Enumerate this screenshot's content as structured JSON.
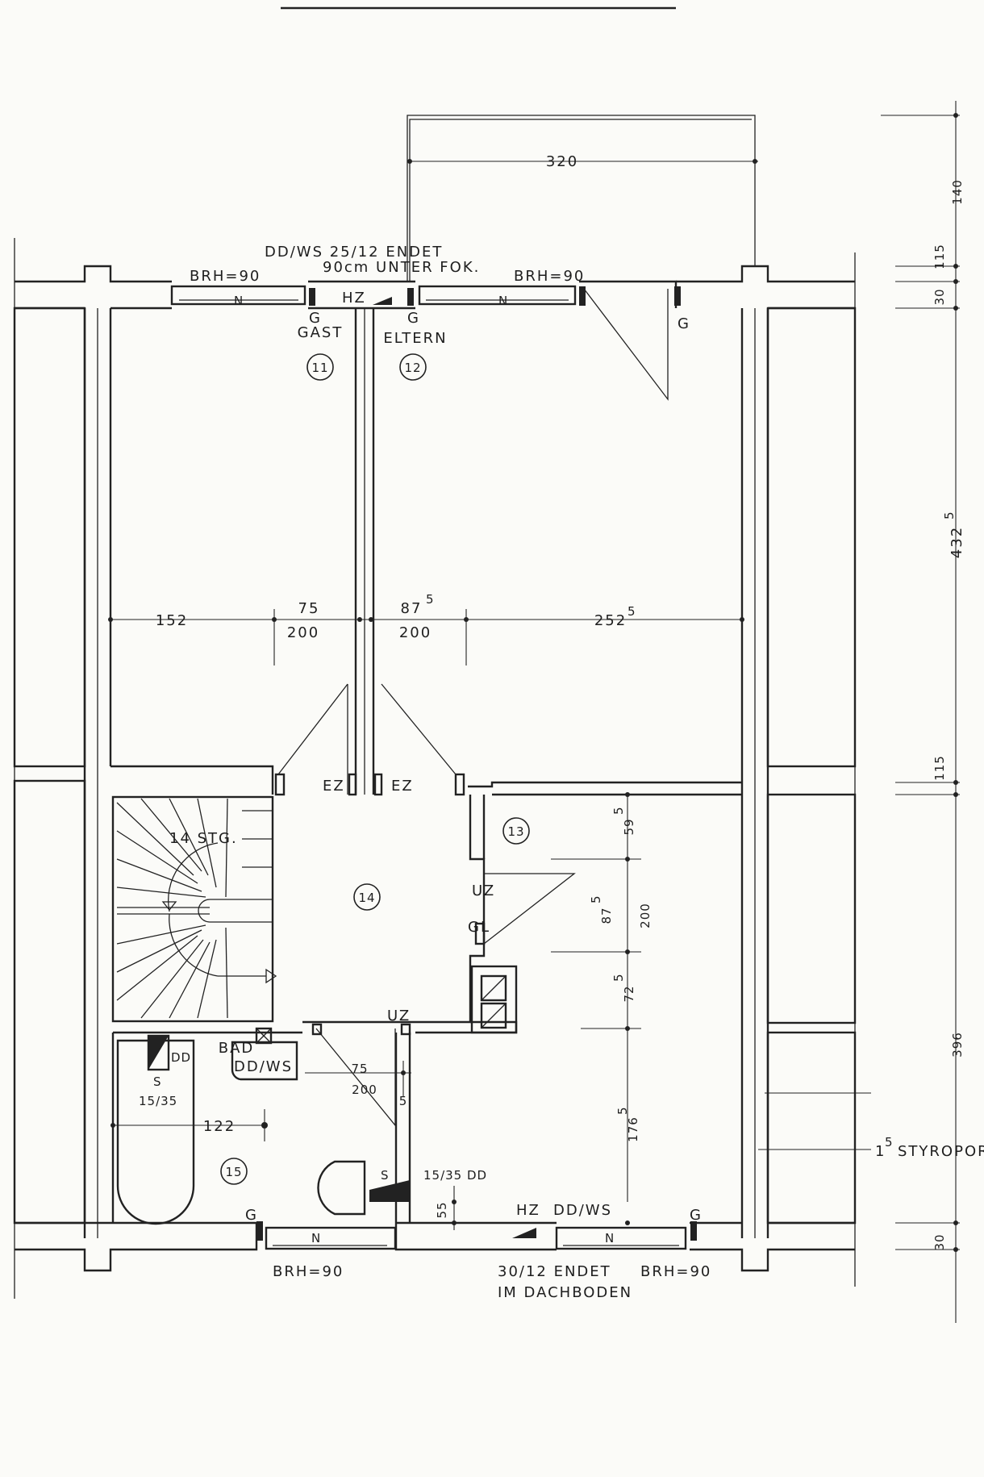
{
  "colors": {
    "ink": "#222222",
    "paper": "#fbfbf8"
  },
  "rooms": {
    "r11": {
      "number": "11",
      "name": "GAST"
    },
    "r12": {
      "number": "12",
      "name": "ELTERN"
    },
    "r13": {
      "number": "13"
    },
    "r14": {
      "number": "14"
    },
    "r15": {
      "number": "15",
      "name": "BAD"
    }
  },
  "top_notes": {
    "chimney_line1": "DD/WS 25/12 ENDET",
    "chimney_line2": "90cm UNTER FOK.",
    "hz": "HZ",
    "g_gast": "G",
    "g_eltern": "G",
    "g_right": "G"
  },
  "windows": {
    "w1_brh": "BRH=90",
    "w2_brh": "BRH=90",
    "w3_brh": "BRH=90",
    "w4_brh": "BRH=90",
    "n1": "N",
    "n2": "N",
    "n3": "N",
    "n4": "N"
  },
  "dimensions": {
    "d320": "320",
    "d140": "140",
    "d115a": "115",
    "d30a": "30",
    "d4325": "432",
    "d4325_sup": "5",
    "d115b": "115",
    "d396": "396",
    "d30b": "30",
    "d152": "152",
    "d75a": "75",
    "d200a": "200",
    "d875a": "87",
    "d875a_sup": "5",
    "d200b": "200",
    "d2525": "252",
    "d2525_sup": "5",
    "d595": "59",
    "d595_sup": "5",
    "d875b": "87",
    "d875b_sup": "5",
    "d200c": "200",
    "d725": "72",
    "d725_sup": "5",
    "d1765": "176",
    "d1765_sup": "5",
    "d122": "122",
    "d75b": "75",
    "d200d": "200",
    "d5": "5",
    "d55": "55"
  },
  "labels": {
    "ez1": "EZ",
    "ez2": "EZ",
    "stairs": "14 STG.",
    "uz1": "UZ",
    "uz2": "UZ",
    "gl": "GL",
    "bath_dd": "DD",
    "bath_s": "S",
    "bath_1535": "15/35",
    "bath_ddws": "DD/WS",
    "wc_s": "S",
    "wc_1535dd": "15/35 DD",
    "hz_bottom": "HZ",
    "ddws_bottom": "DD/WS",
    "g_bath": "G",
    "g_bottom_right": "G",
    "bottom_note1": "30/12 ENDET",
    "bottom_note2": "IM DACHBODEN",
    "styropor_num": "1",
    "styropor_sup": "5",
    "styropor": "STYROPOR"
  }
}
